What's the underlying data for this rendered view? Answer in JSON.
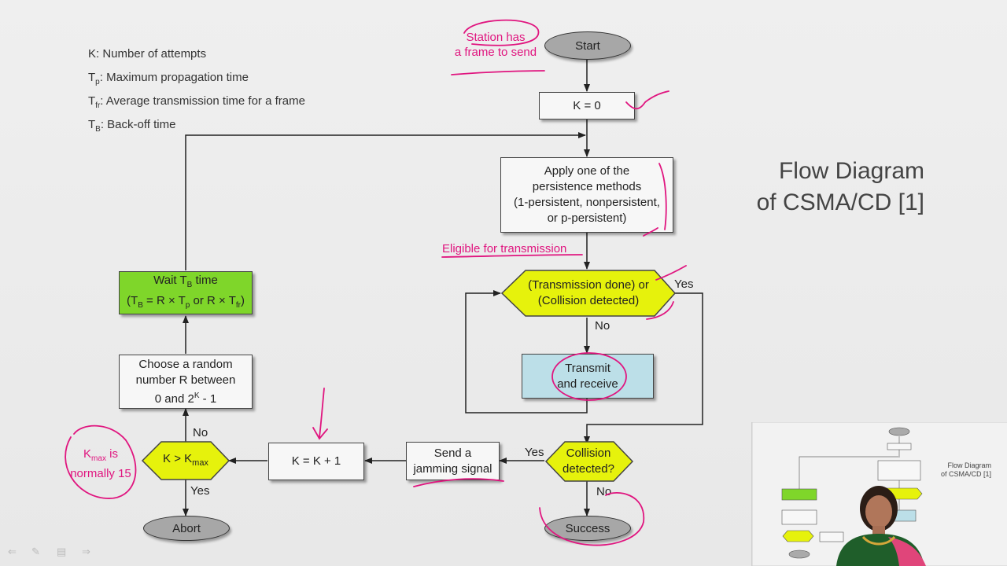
{
  "legend": [
    {
      "main": "K",
      "sub": "",
      "text": ": Number of attempts"
    },
    {
      "main": "T",
      "sub": "p",
      "text": ": Maximum propagation time"
    },
    {
      "main": "T",
      "sub": "fr",
      "text": ": Average transmission time for a frame"
    },
    {
      "main": "T",
      "sub": "B",
      "text": ": Back-off time"
    }
  ],
  "title": {
    "line1": "Flow Diagram",
    "line2": "of CSMA/CD [1]"
  },
  "nodes": {
    "start": "Start",
    "k_zero": "K = 0",
    "persistence": [
      "Apply one of the",
      "persistence methods",
      "(1-persistent, nonpersistent,",
      "or p-persistent)"
    ],
    "check": [
      "(Transmission done) or",
      "(Collision detected)"
    ],
    "transmit": [
      "Transmit",
      "and receive"
    ],
    "collision": [
      "Collision",
      "detected?"
    ],
    "success": "Success",
    "jam": [
      "Send a",
      "jamming signal"
    ],
    "k_inc": "K = K + 1",
    "kmax": {
      "k": "K > K",
      "sub": "max"
    },
    "abort": "Abort",
    "random": {
      "line1": "Choose a random",
      "line2": "number R between",
      "line3_a": "0 and 2",
      "line3_sup": "K",
      "line3_b": " - 1"
    },
    "wait": {
      "l1a": "Wait T",
      "l1sub": "B",
      "l1b": " time",
      "l2": "(T",
      "l2sub": "B",
      "l2b": " = R × T",
      "l2sub2": "p",
      "l2c": " or R × T",
      "l2sub3": "fr",
      "l2d": ")"
    }
  },
  "edge_labels": {
    "check_yes": "Yes",
    "check_no": "No",
    "collision_yes": "Yes",
    "collision_no": "No",
    "kmax_no": "No",
    "kmax_yes": "Yes"
  },
  "annotations": {
    "station": [
      "Station has",
      "a frame to send"
    ],
    "eligible": "Eligible for transmission",
    "kmax_note": {
      "k": "K",
      "sub": "max",
      "rest": " is",
      "line2": "normally 15"
    }
  },
  "colors": {
    "green": "#7fd62a",
    "yellow": "#e6f20c",
    "blue": "#bcdfe8",
    "grey": "#a7a7a7",
    "annotation": "#e0157f"
  },
  "thumbnail": {
    "title_line1": "Flow Diagram",
    "title_line2": "of CSMA/CD [1]"
  }
}
